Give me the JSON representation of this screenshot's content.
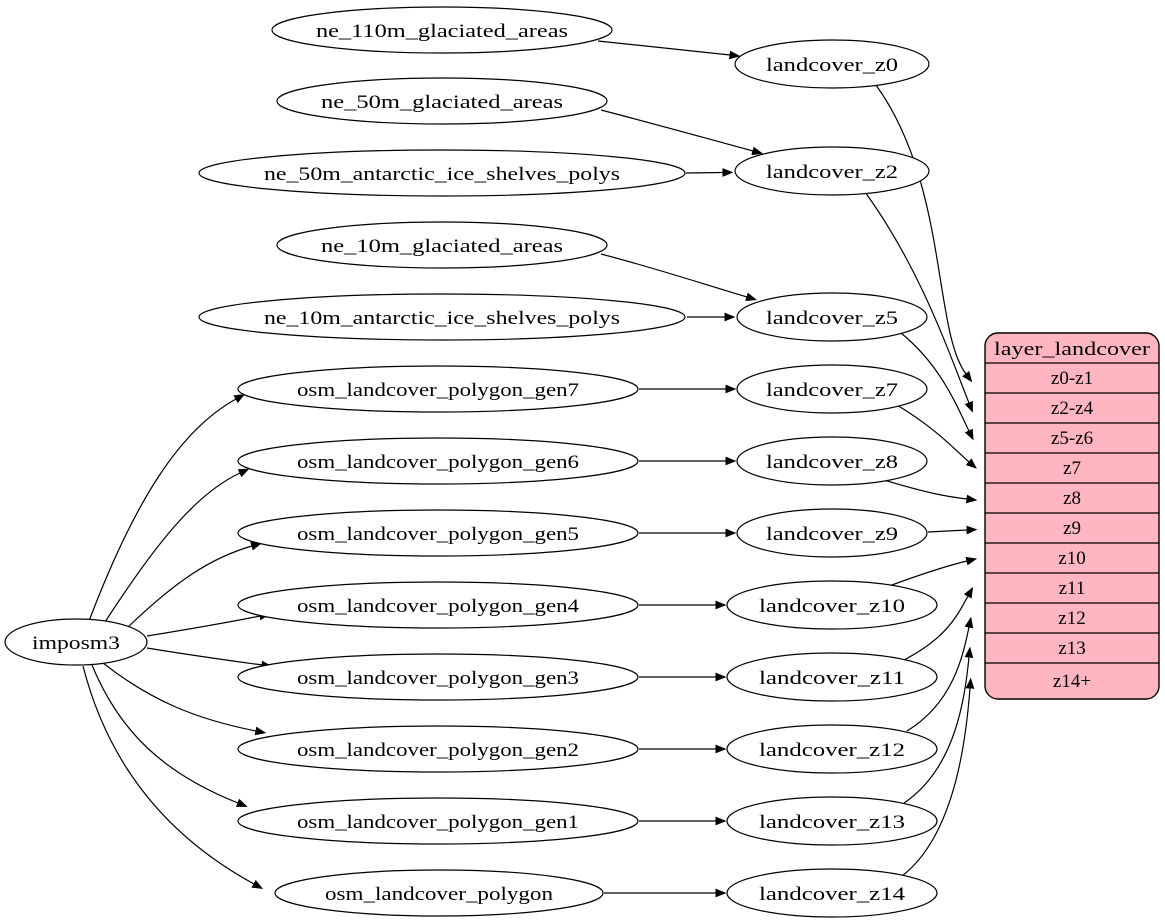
{
  "diagram": {
    "background": "#ffffff",
    "stroke_color": "#000000",
    "node_fill": "#ffffff",
    "table_fill": "#ffb6c1"
  },
  "nodes": {
    "imposm3": "imposm3",
    "ne_110m_glaciated_areas": "ne_110m_glaciated_areas",
    "ne_50m_glaciated_areas": "ne_50m_glaciated_areas",
    "ne_50m_antarctic_ice_shelves_polys": "ne_50m_antarctic_ice_shelves_polys",
    "ne_10m_glaciated_areas": "ne_10m_glaciated_areas",
    "ne_10m_antarctic_ice_shelves_polys": "ne_10m_antarctic_ice_shelves_polys",
    "osm_landcover_polygon_gen7": "osm_landcover_polygon_gen7",
    "osm_landcover_polygon_gen6": "osm_landcover_polygon_gen6",
    "osm_landcover_polygon_gen5": "osm_landcover_polygon_gen5",
    "osm_landcover_polygon_gen4": "osm_landcover_polygon_gen4",
    "osm_landcover_polygon_gen3": "osm_landcover_polygon_gen3",
    "osm_landcover_polygon_gen2": "osm_landcover_polygon_gen2",
    "osm_landcover_polygon_gen1": "osm_landcover_polygon_gen1",
    "osm_landcover_polygon": "osm_landcover_polygon",
    "landcover_z0": "landcover_z0",
    "landcover_z2": "landcover_z2",
    "landcover_z5": "landcover_z5",
    "landcover_z7": "landcover_z7",
    "landcover_z8": "landcover_z8",
    "landcover_z9": "landcover_z9",
    "landcover_z10": "landcover_z10",
    "landcover_z11": "landcover_z11",
    "landcover_z12": "landcover_z12",
    "landcover_z13": "landcover_z13",
    "landcover_z14": "landcover_z14"
  },
  "table": {
    "title": "layer_landcover",
    "rows": [
      "z0-z1",
      "z2-z4",
      "z5-z6",
      "z7",
      "z8",
      "z9",
      "z10",
      "z11",
      "z12",
      "z13",
      "z14+"
    ]
  },
  "edges": [
    {
      "from": "ne_110m_glaciated_areas",
      "to": "landcover_z0"
    },
    {
      "from": "ne_50m_glaciated_areas",
      "to": "landcover_z2"
    },
    {
      "from": "ne_50m_antarctic_ice_shelves_polys",
      "to": "landcover_z2"
    },
    {
      "from": "ne_10m_glaciated_areas",
      "to": "landcover_z5"
    },
    {
      "from": "ne_10m_antarctic_ice_shelves_polys",
      "to": "landcover_z5"
    },
    {
      "from": "imposm3",
      "to": "osm_landcover_polygon_gen7"
    },
    {
      "from": "imposm3",
      "to": "osm_landcover_polygon_gen6"
    },
    {
      "from": "imposm3",
      "to": "osm_landcover_polygon_gen5"
    },
    {
      "from": "imposm3",
      "to": "osm_landcover_polygon_gen4"
    },
    {
      "from": "imposm3",
      "to": "osm_landcover_polygon_gen3"
    },
    {
      "from": "imposm3",
      "to": "osm_landcover_polygon_gen2"
    },
    {
      "from": "imposm3",
      "to": "osm_landcover_polygon_gen1"
    },
    {
      "from": "imposm3",
      "to": "osm_landcover_polygon"
    },
    {
      "from": "osm_landcover_polygon_gen7",
      "to": "landcover_z7"
    },
    {
      "from": "osm_landcover_polygon_gen6",
      "to": "landcover_z8"
    },
    {
      "from": "osm_landcover_polygon_gen5",
      "to": "landcover_z9"
    },
    {
      "from": "osm_landcover_polygon_gen4",
      "to": "landcover_z10"
    },
    {
      "from": "osm_landcover_polygon_gen3",
      "to": "landcover_z11"
    },
    {
      "from": "osm_landcover_polygon_gen2",
      "to": "landcover_z12"
    },
    {
      "from": "osm_landcover_polygon_gen1",
      "to": "landcover_z13"
    },
    {
      "from": "osm_landcover_polygon",
      "to": "landcover_z14"
    },
    {
      "from": "landcover_z0",
      "to": "layer_landcover.z0-z1"
    },
    {
      "from": "landcover_z2",
      "to": "layer_landcover.z2-z4"
    },
    {
      "from": "landcover_z5",
      "to": "layer_landcover.z5-z6"
    },
    {
      "from": "landcover_z7",
      "to": "layer_landcover.z7"
    },
    {
      "from": "landcover_z8",
      "to": "layer_landcover.z8"
    },
    {
      "from": "landcover_z9",
      "to": "layer_landcover.z9"
    },
    {
      "from": "landcover_z10",
      "to": "layer_landcover.z10"
    },
    {
      "from": "landcover_z11",
      "to": "layer_landcover.z11"
    },
    {
      "from": "landcover_z12",
      "to": "layer_landcover.z12"
    },
    {
      "from": "landcover_z13",
      "to": "layer_landcover.z13"
    },
    {
      "from": "landcover_z14",
      "to": "layer_landcover.z14+"
    }
  ]
}
